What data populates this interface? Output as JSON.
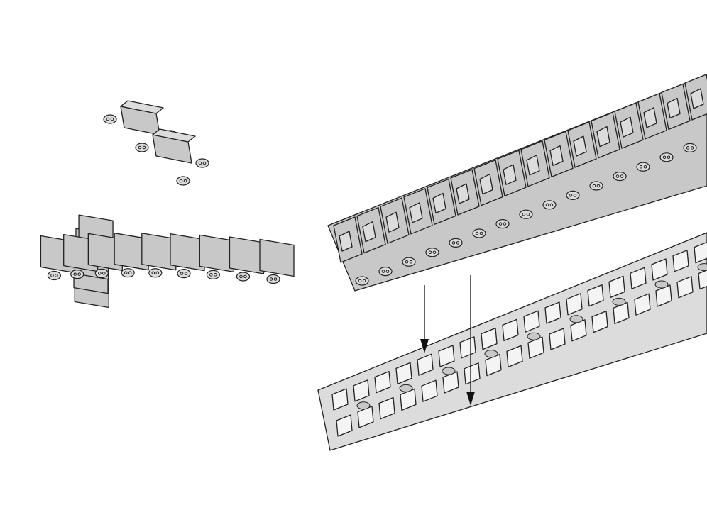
{
  "colors": {
    "part_fill": "#c8c8c8",
    "part_fill_light": "#dcdcdc",
    "outline": "#222222",
    "background": "#ffffff"
  },
  "illustration": {
    "curved_track_links": 14,
    "upper_track_links": 16,
    "jig_slots": 18,
    "arrows": 2
  }
}
